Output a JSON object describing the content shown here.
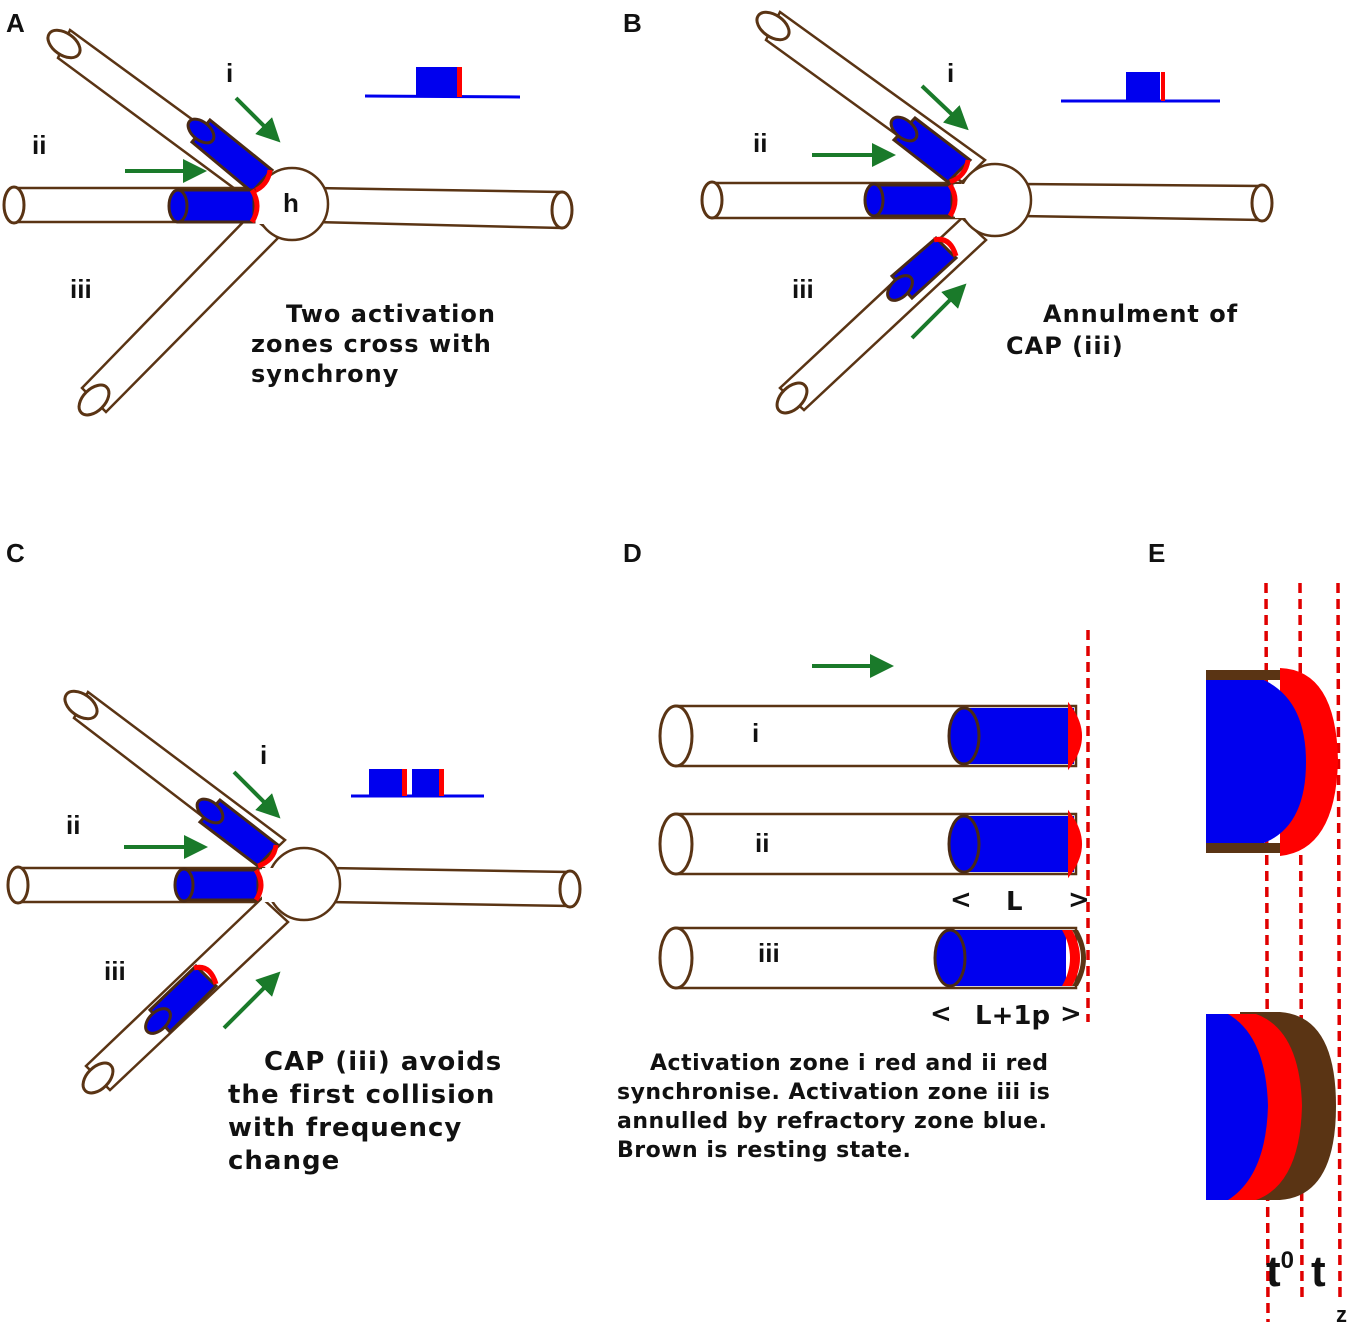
{
  "panels": {
    "A": {
      "letter": "A",
      "labels": {
        "i": "i",
        "ii": "ii",
        "iii": "iii",
        "h": "h"
      },
      "caption": [
        "Two activation",
        "zones cross with",
        "synchrony"
      ]
    },
    "B": {
      "letter": "B",
      "labels": {
        "i": "i",
        "ii": "ii",
        "iii": "iii"
      },
      "caption": [
        "Annulment of",
        "CAP (iii)"
      ]
    },
    "C": {
      "letter": "C",
      "labels": {
        "i": "i",
        "ii": "ii",
        "iii": "iii"
      },
      "caption": [
        "CAP (iii) avoids",
        "the first collision",
        "with frequency",
        "change"
      ]
    },
    "D": {
      "letter": "D",
      "labels": {
        "i": "i",
        "ii": "ii",
        "iii": "iii"
      },
      "dim_L": {
        "left": "<",
        "text": "L",
        "right": ">"
      },
      "dim_L1p": {
        "left": "<",
        "text": "L+1p",
        "right": ">"
      },
      "caption": [
        "Activation zone i red and ii red",
        "synchronise. Activation zone iii is",
        "annulled by refractory zone blue.",
        "Brown is resting state."
      ]
    },
    "E": {
      "letter": "E",
      "t0": "t",
      "t0_sup": "0",
      "t": "t",
      "z": "z"
    }
  },
  "colors": {
    "refractory": "#0000ee",
    "activation": "#ff0000",
    "resting": "#5a3414",
    "arrow": "#1a7a2a"
  }
}
